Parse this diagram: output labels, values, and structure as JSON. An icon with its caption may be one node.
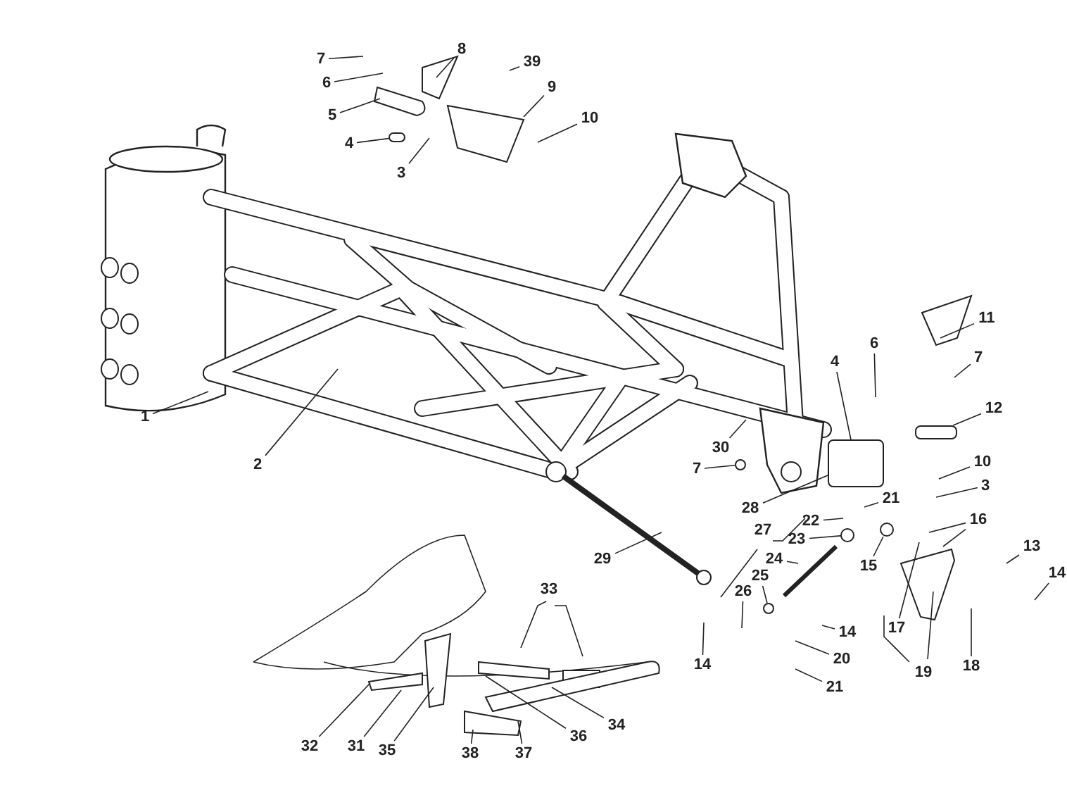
{
  "diagram": {
    "nodes": [
      {
        "text": [
          "7"
        ]
      },
      {
        "text": [
          "8"
        ]
      },
      {
        "text": [
          "39"
        ]
      },
      {
        "text": [
          "6"
        ]
      },
      {
        "text": [
          "9"
        ]
      },
      {
        "text": [
          "5"
        ]
      },
      {
        "text": [
          "10"
        ]
      },
      {
        "text": [
          "4"
        ]
      },
      {
        "text": [
          "3"
        ]
      },
      {
        "text": [
          "11"
        ]
      },
      {
        "text": [
          "6"
        ]
      },
      {
        "text": [
          "7"
        ]
      },
      {
        "text": [
          "4"
        ]
      },
      {
        "text": [
          "12"
        ]
      },
      {
        "text": [
          "1"
        ]
      },
      {
        "text": [
          "30"
        ]
      },
      {
        "text": [
          "10"
        ]
      },
      {
        "text": [
          "2"
        ]
      },
      {
        "text": [
          "7"
        ]
      },
      {
        "text": [
          "3"
        ]
      },
      {
        "text": [
          "21"
        ]
      },
      {
        "text": [
          "28"
        ]
      },
      {
        "text": [
          "16"
        ]
      },
      {
        "text": [
          "22"
        ]
      },
      {
        "text": [
          "23"
        ]
      },
      {
        "text": [
          "13"
        ]
      },
      {
        "text": [
          "29"
        ]
      },
      {
        "text": [
          "24"
        ]
      },
      {
        "text": [
          "15"
        ]
      },
      {
        "text": [
          "14"
        ]
      },
      {
        "text": [
          "25"
        ]
      },
      {
        "text": [
          "26"
        ]
      },
      {
        "text": [
          "17"
        ]
      },
      {
        "text": [
          "14"
        ]
      },
      {
        "text": [
          "20"
        ]
      },
      {
        "text": [
          "14"
        ]
      },
      {
        "text": [
          "18"
        ]
      },
      {
        "text": [
          "21"
        ]
      },
      {
        "text": [
          "34"
        ]
      },
      {
        "text": [
          "36"
        ]
      },
      {
        "text": [
          "32"
        ]
      },
      {
        "text": [
          "31"
        ]
      },
      {
        "text": [
          "35"
        ]
      },
      {
        "text": [
          "38"
        ]
      },
      {
        "text": [
          "37"
        ]
      },
      {
        "text": [],
        "shape": "box"
      },
      {
        "text": [],
        "shape": "box"
      },
      {
        "text": [],
        "shape": "circle"
      },
      {
        "text": [],
        "shape": "box"
      },
      {
        "text": [],
        "shape": "circle"
      },
      {
        "text": [],
        "shape": "circle"
      },
      {
        "text": [],
        "shape": "circle"
      }
    ],
    "edges": [
      {
        "from": 0,
        "to": null,
        "arrow": "none"
      },
      {
        "from": 1,
        "to": null,
        "arrow": "none"
      },
      {
        "from": 2,
        "to": null,
        "arrow": "none"
      },
      {
        "from": 3,
        "to": null,
        "arrow": "none"
      },
      {
        "from": 4,
        "to": null,
        "arrow": "none"
      },
      {
        "from": 5,
        "to": null,
        "arrow": "none"
      },
      {
        "from": 6,
        "to": null,
        "arrow": "none"
      },
      {
        "from": 7,
        "to": 45,
        "arrow": "none"
      },
      {
        "from": 8,
        "to": null,
        "arrow": "none"
      },
      {
        "from": 9,
        "to": null,
        "arrow": "none"
      },
      {
        "from": 10,
        "to": null,
        "arrow": "none"
      },
      {
        "from": 11,
        "to": null,
        "arrow": "none"
      },
      {
        "from": 12,
        "to": 48,
        "arrow": "none"
      },
      {
        "from": 13,
        "to": 46,
        "arrow": "none"
      },
      {
        "from": 14,
        "to": null,
        "arrow": "none"
      },
      {
        "from": 15,
        "to": null,
        "arrow": "none"
      },
      {
        "from": 16,
        "to": null,
        "arrow": "none"
      },
      {
        "from": 17,
        "to": null,
        "arrow": "none"
      },
      {
        "from": 18,
        "to": 47,
        "arrow": "none"
      },
      {
        "from": 19,
        "to": null,
        "arrow": "none"
      },
      {
        "from": 20,
        "to": null,
        "arrow": "none"
      },
      {
        "from": 21,
        "to": 48,
        "arrow": "none"
      },
      {
        "from": 22,
        "to": null,
        "arrow": "none"
      },
      {
        "from": 22,
        "to": null,
        "arrow": "none"
      },
      {
        "from": 23,
        "to": null,
        "arrow": "none"
      },
      {
        "from": 24,
        "to": 49,
        "arrow": "none"
      },
      {
        "from": 25,
        "to": null,
        "arrow": "none"
      },
      {
        "from": 26,
        "to": null,
        "arrow": "none"
      },
      {
        "from": 27,
        "to": null,
        "arrow": "none"
      },
      {
        "from": 28,
        "to": 50,
        "arrow": "none"
      },
      {
        "from": 29,
        "to": null,
        "arrow": "none"
      },
      {
        "from": 30,
        "to": 51,
        "arrow": "none"
      },
      {
        "from": 31,
        "to": null,
        "arrow": "none"
      },
      {
        "from": 32,
        "to": null,
        "arrow": "none"
      },
      {
        "from": 33,
        "to": null,
        "arrow": "none"
      },
      {
        "from": 34,
        "to": null,
        "arrow": "none"
      },
      {
        "from": 35,
        "to": null,
        "arrow": "none"
      },
      {
        "from": 36,
        "to": null,
        "arrow": "none"
      },
      {
        "from": 37,
        "to": null,
        "arrow": "none"
      },
      {
        "from": 38,
        "to": null,
        "arrow": "none"
      },
      {
        "from": 39,
        "to": null,
        "arrow": "none"
      },
      {
        "from": 40,
        "to": null,
        "arrow": "none"
      },
      {
        "from": 41,
        "to": null,
        "arrow": "none"
      },
      {
        "from": 42,
        "to": null,
        "arrow": "none"
      },
      {
        "from": 43,
        "to": null,
        "arrow": "none"
      },
      {
        "from": 44,
        "to": null,
        "arrow": "none"
      }
    ],
    "labels": [
      "27",
      "33",
      "19"
    ]
  }
}
